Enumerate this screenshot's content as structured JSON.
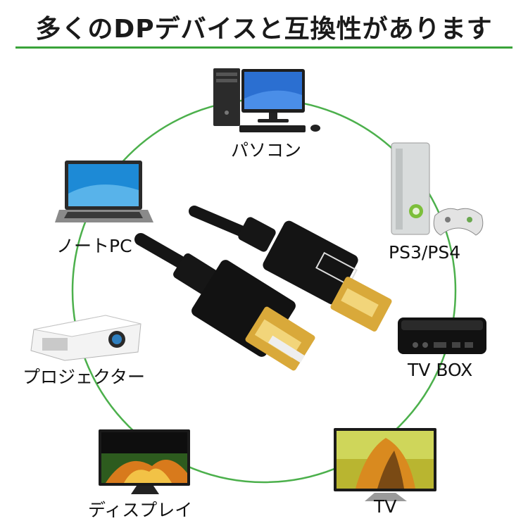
{
  "title": "多くのDPデバイスと互換性があります",
  "colors": {
    "accent_green": "#3aa33a",
    "cable_black": "#151515",
    "connector_gold": "#d9a93a"
  },
  "devices": [
    {
      "id": "pc",
      "label": "パソコン"
    },
    {
      "id": "console",
      "label": "PS3/PS4"
    },
    {
      "id": "tvbox",
      "label": "TV BOX"
    },
    {
      "id": "tv",
      "label": "TV"
    },
    {
      "id": "display",
      "label": "ディスプレイ"
    },
    {
      "id": "projector",
      "label": "プロジェクター"
    },
    {
      "id": "notebook",
      "label": "ノートPC"
    }
  ]
}
